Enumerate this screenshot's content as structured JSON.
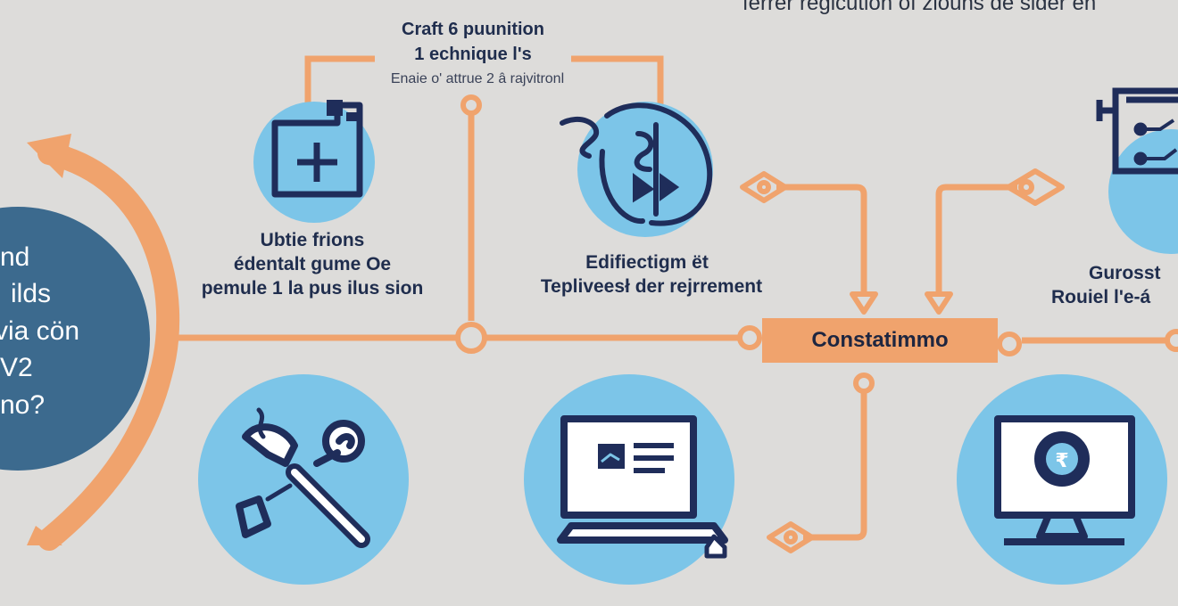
{
  "header": {
    "caption": "ferrer regicution of zlouns de sider en",
    "node_title_line1": "Craft 6 puunition",
    "node_title_line2": "1 echnique l's",
    "node_subtitle": "Enaie  o' attrue 2 â rajvitronl"
  },
  "left_hub": {
    "lines": [
      "nd",
      "ilds",
      "via cön",
      "V2",
      "no?"
    ]
  },
  "nodes": {
    "upper_left": {
      "icon": "medical-kit-icon",
      "label_lines": [
        "Ubtie frions",
        "édentalt gume Oe",
        "pemule 1  la pus ilus sion"
      ]
    },
    "upper_middle": {
      "icon": "brain-icon",
      "label_lines": [
        "Edifiectigm ët",
        "Tepliveesł der rejrrement"
      ]
    },
    "upper_right": {
      "icon": "circuit-board-icon",
      "label_lines": [
        "Gurosst",
        "Rouiel l'e-á"
      ]
    },
    "lower_left": {
      "icon": "wrench-icon"
    },
    "lower_middle": {
      "icon": "computer-icon"
    },
    "lower_right": {
      "icon": "monitor-rupee-icon"
    }
  },
  "center": {
    "label": "Constatimmo"
  },
  "colors": {
    "background": "#dddcda",
    "accent_orange": "#f0a36d",
    "circle_blue": "#7cc5e8",
    "navy": "#1f2d5a",
    "hub_blue": "#3c6a8e"
  }
}
